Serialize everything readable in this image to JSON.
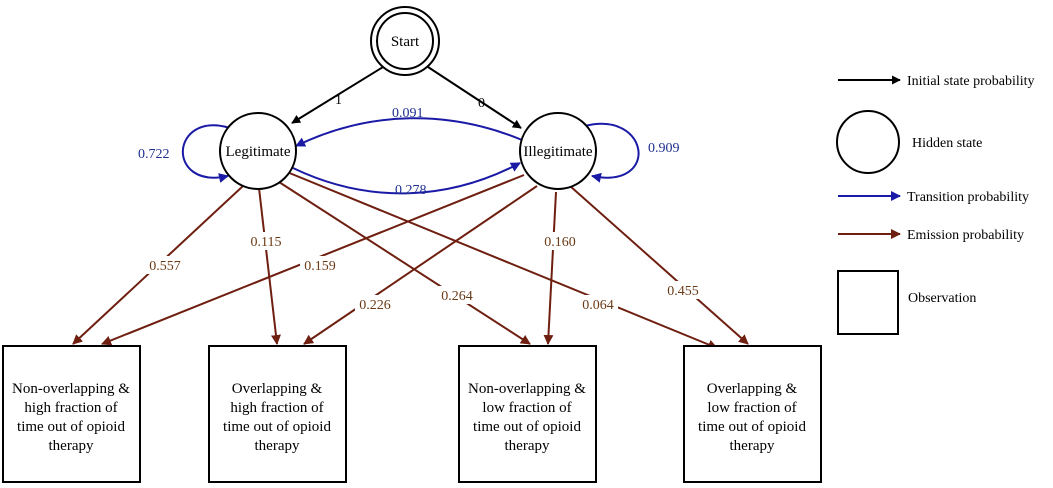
{
  "nodes": {
    "start": "Start",
    "legitimate": "Legitimate",
    "illegitimate": "Illegitimate"
  },
  "observations": [
    [
      "Non-overlapping &",
      "high fraction of",
      "time out of opioid",
      "therapy"
    ],
    [
      "Overlapping &",
      "high fraction of",
      "time out of opioid",
      "therapy"
    ],
    [
      "Non-overlapping &",
      "low fraction of",
      "time out of opioid",
      "therapy"
    ],
    [
      "Overlapping &",
      "low fraction of",
      "time out of opioid",
      "therapy"
    ]
  ],
  "initial_probs": {
    "legitimate": "1",
    "illegitimate": "0"
  },
  "transition_probs": {
    "legit_self": "0.722",
    "legit_to_illegit": "0.278",
    "illegit_to_legit": "0.091",
    "illegit_self": "0.909"
  },
  "emission_probs": {
    "legit_obs1": "0.557",
    "legit_obs2": "0.115",
    "legit_obs3": "0.264",
    "legit_obs4": "0.064",
    "illegit_obs1": "0.159",
    "illegit_obs2": "0.226",
    "illegit_obs3": "0.160",
    "illegit_obs4": "0.455"
  },
  "legend": {
    "initial": "Initial state probability",
    "hidden": "Hidden state",
    "transition": "Transition probability",
    "emission": "Emission probability",
    "observation": "Observation"
  },
  "colors": {
    "initial": "#000000",
    "transition": "#1a1aa6",
    "transition_text": "#1f2f8f",
    "emission": "#6e1f10",
    "emission_text": "#6b3a16"
  }
}
